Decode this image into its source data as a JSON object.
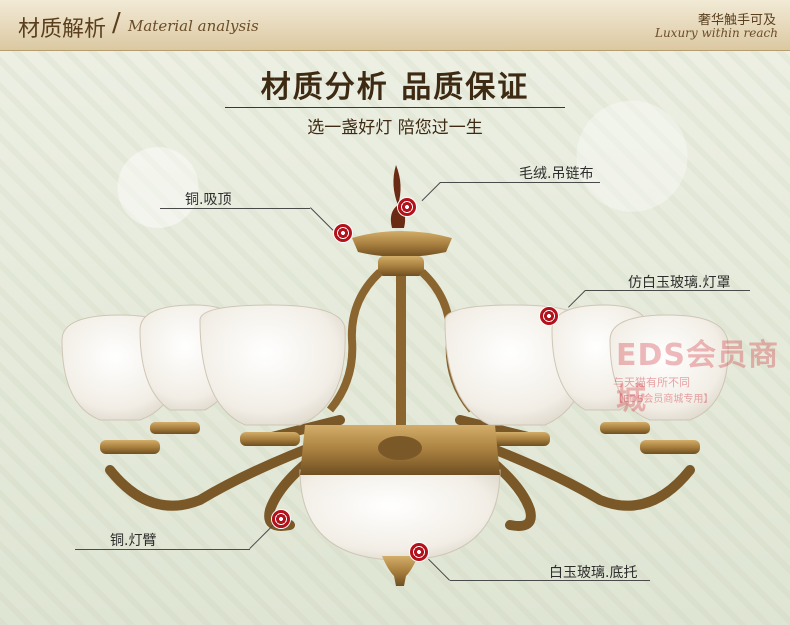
{
  "header": {
    "title_cn": "材质解析",
    "separator": "/",
    "title_en": "Material analysis",
    "right_cn": "奢华触手可及",
    "right_en": "Luxury within reach"
  },
  "main": {
    "title": "材质分析  品质保证",
    "subtitle": "选一盏好灯 陪您过一生"
  },
  "callouts": [
    {
      "label": "铜.吸顶"
    },
    {
      "label": "毛绒.吊链布"
    },
    {
      "label": "仿白玉玻璃.灯罩"
    },
    {
      "label": "铜.灯臂"
    },
    {
      "label": "白玉玻璃.底托"
    }
  ],
  "watermark": {
    "logo": "EDS会员商城",
    "line1": "与天猫有所不同",
    "line2": "【EDS会员商城专用】"
  },
  "colors": {
    "header_bg": "#dcc9a2",
    "title": "#3e2a12",
    "marker": "#b3121c",
    "brass": "#a9803f",
    "glass": "#f4f1ea"
  }
}
